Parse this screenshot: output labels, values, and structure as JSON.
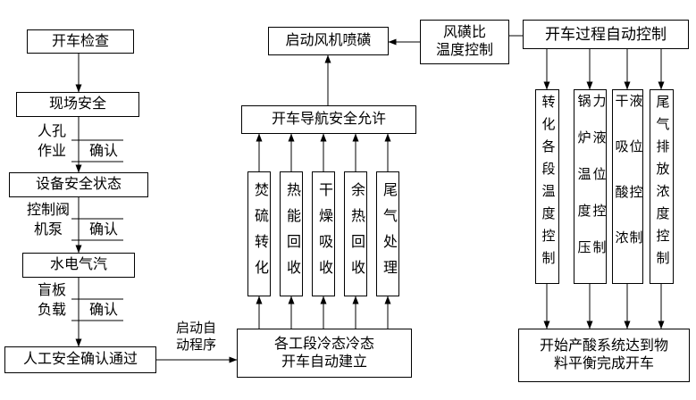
{
  "colors": {
    "line": "#000000",
    "background": "#ffffff",
    "text": "#000000"
  },
  "flow": {
    "left": {
      "check_box": "开车检查",
      "site_safety_box": "现场安全",
      "equipment_box": "设备安全状态",
      "utilities_box": "水电气汽",
      "manual_confirm_box": "人工安全确认通过",
      "annotations": [
        {
          "line1": "人孔",
          "line2": "作业",
          "confirm": "确认"
        },
        {
          "line1": "控制阀",
          "line2": "机泵",
          "confirm": "确认"
        },
        {
          "line1": "盲板",
          "line2": "负载",
          "confirm": "确认"
        }
      ],
      "start_program_label": "启动自动程序"
    },
    "middle": {
      "fan_box": "启动风机喷磺",
      "ratio_box_line1": "风磺比",
      "ratio_box_line2": "温度控制",
      "permit_box": "开车导航安全允许",
      "processes": [
        "焚硫转化",
        "热能回收",
        "干燥吸收",
        "余热回收",
        "尾气处理"
      ],
      "cold_start_line1": "各工段冷态冷态",
      "cold_start_line2": "开车自动建立"
    },
    "right": {
      "auto_control_box": "开车过程自动控制",
      "controls": [
        "转化各段温度控制",
        "锅炉温度压力液位控制",
        "干吸酸浓液位控制",
        "尾气排放浓度控制"
      ],
      "complete_line1": "开始产酸系统达到物",
      "complete_line2": "料平衡完成开车"
    }
  }
}
